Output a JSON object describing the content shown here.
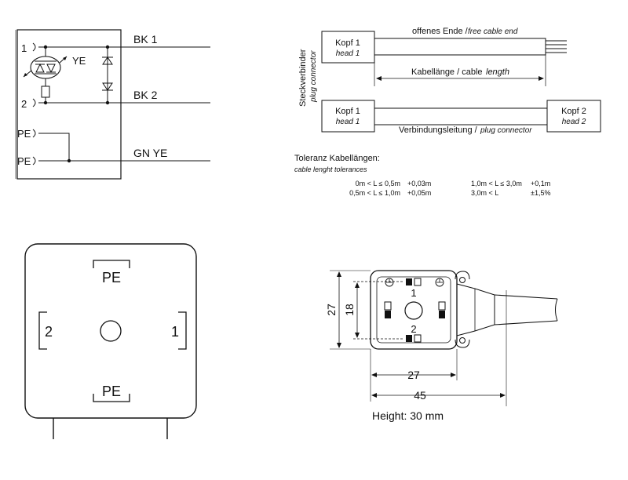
{
  "wiring": {
    "pin1": "1",
    "pin2": "2",
    "pe_a": "PE",
    "pe_b": "PE",
    "led_color": "YE",
    "wire1": "BK 1",
    "wire2": "BK 2",
    "wire_pe": "GN YE"
  },
  "cable": {
    "side_label": "Steckverbinder",
    "side_label_en": "plug connector",
    "head1_top": "Kopf 1",
    "head1_top_en": "head 1",
    "free_end_de": "offenes Ende /",
    "free_end_en": "free cable end",
    "length_de": "Kabellänge / cable",
    "length_en": "length",
    "head1_bottom": "Kopf 1",
    "head1_bottom_en": "head 1",
    "head2": "Kopf 2",
    "head2_en": "head 2",
    "connection_de": "Verbindungsleitung /",
    "connection_en": "plug connector"
  },
  "tolerances": {
    "title": "Toleranz Kabellängen:",
    "subtitle": "cable lenght tolerances",
    "rows": [
      {
        "range": "0m < L ≤ 0,5m",
        "tol": "+0,03m"
      },
      {
        "range": "0,5m < L ≤ 1,0m",
        "tol": "+0,05m"
      },
      {
        "range": "1,0m < L ≤ 3,0m",
        "tol": "+0,1m"
      },
      {
        "range": "3,0m < L",
        "tol": "±1,5%"
      }
    ]
  },
  "face": {
    "pe_top": "PE",
    "pe_bottom": "PE",
    "pin_left": "2",
    "pin_right": "1"
  },
  "dimensions": {
    "pin1": "1",
    "pin2": "2",
    "height_outer": "27",
    "height_inner": "18",
    "width_body": "27",
    "width_total": "45",
    "height_note": "Height: 30 mm"
  }
}
